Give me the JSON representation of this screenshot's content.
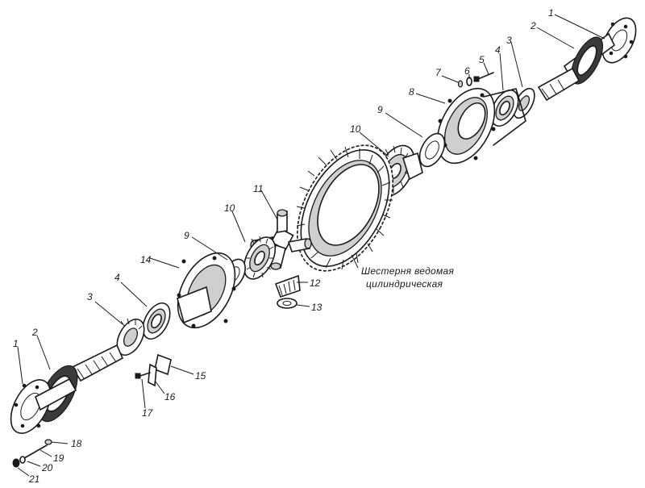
{
  "caption": {
    "line1": "Шестерня ведомая",
    "line2": "цилиндрическая"
  },
  "labels": {
    "upper": {
      "n1": "1",
      "n2": "2",
      "n3": "3",
      "n4": "4",
      "n5": "5",
      "n6": "6",
      "n7": "7",
      "n8": "8",
      "n9": "9",
      "n10": "10"
    },
    "middle": {
      "n11": "11",
      "n10": "10",
      "n9": "9",
      "n14": "14",
      "n12": "12",
      "n13": "13"
    },
    "lower": {
      "n4": "4",
      "n3": "3",
      "n2": "2",
      "n1": "1",
      "n15": "15",
      "n16": "16",
      "n17": "17",
      "n18": "18",
      "n19": "19",
      "n20": "20",
      "n21": "21"
    }
  }
}
